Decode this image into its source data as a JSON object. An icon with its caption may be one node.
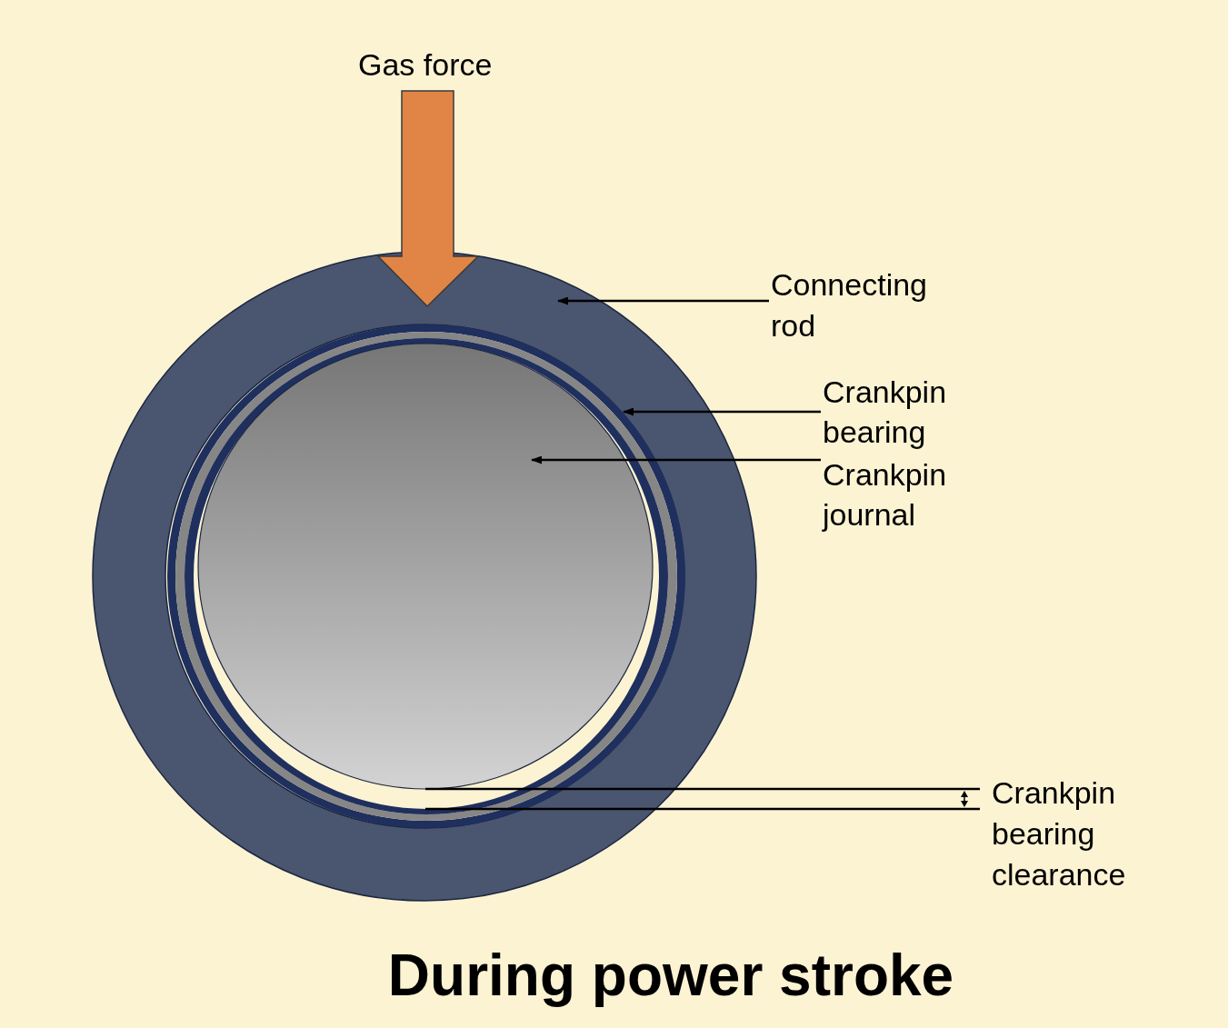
{
  "diagram": {
    "caption": "During power stroke",
    "nodes": [
      {
        "text": [
          "Connecting rod"
        ]
      },
      {
        "text": [],
        "shape": "ring"
      },
      {
        "text": [
          "Crankpin bearing"
        ]
      },
      {
        "text": [],
        "shape": "ring",
        "in": 1
      },
      {
        "text": [
          "Crankpin journal"
        ]
      },
      {
        "text": [],
        "shape": "circle",
        "in": 3
      }
    ],
    "edges": [
      {
        "from": 0,
        "to": 1,
        "arrow": "to"
      },
      {
        "from": 2,
        "to": 3,
        "arrow": "to"
      },
      {
        "from": 4,
        "to": 5,
        "arrow": "to"
      }
    ],
    "labels": [
      "Gas force",
      "Crankpin bearing clearance"
    ]
  }
}
